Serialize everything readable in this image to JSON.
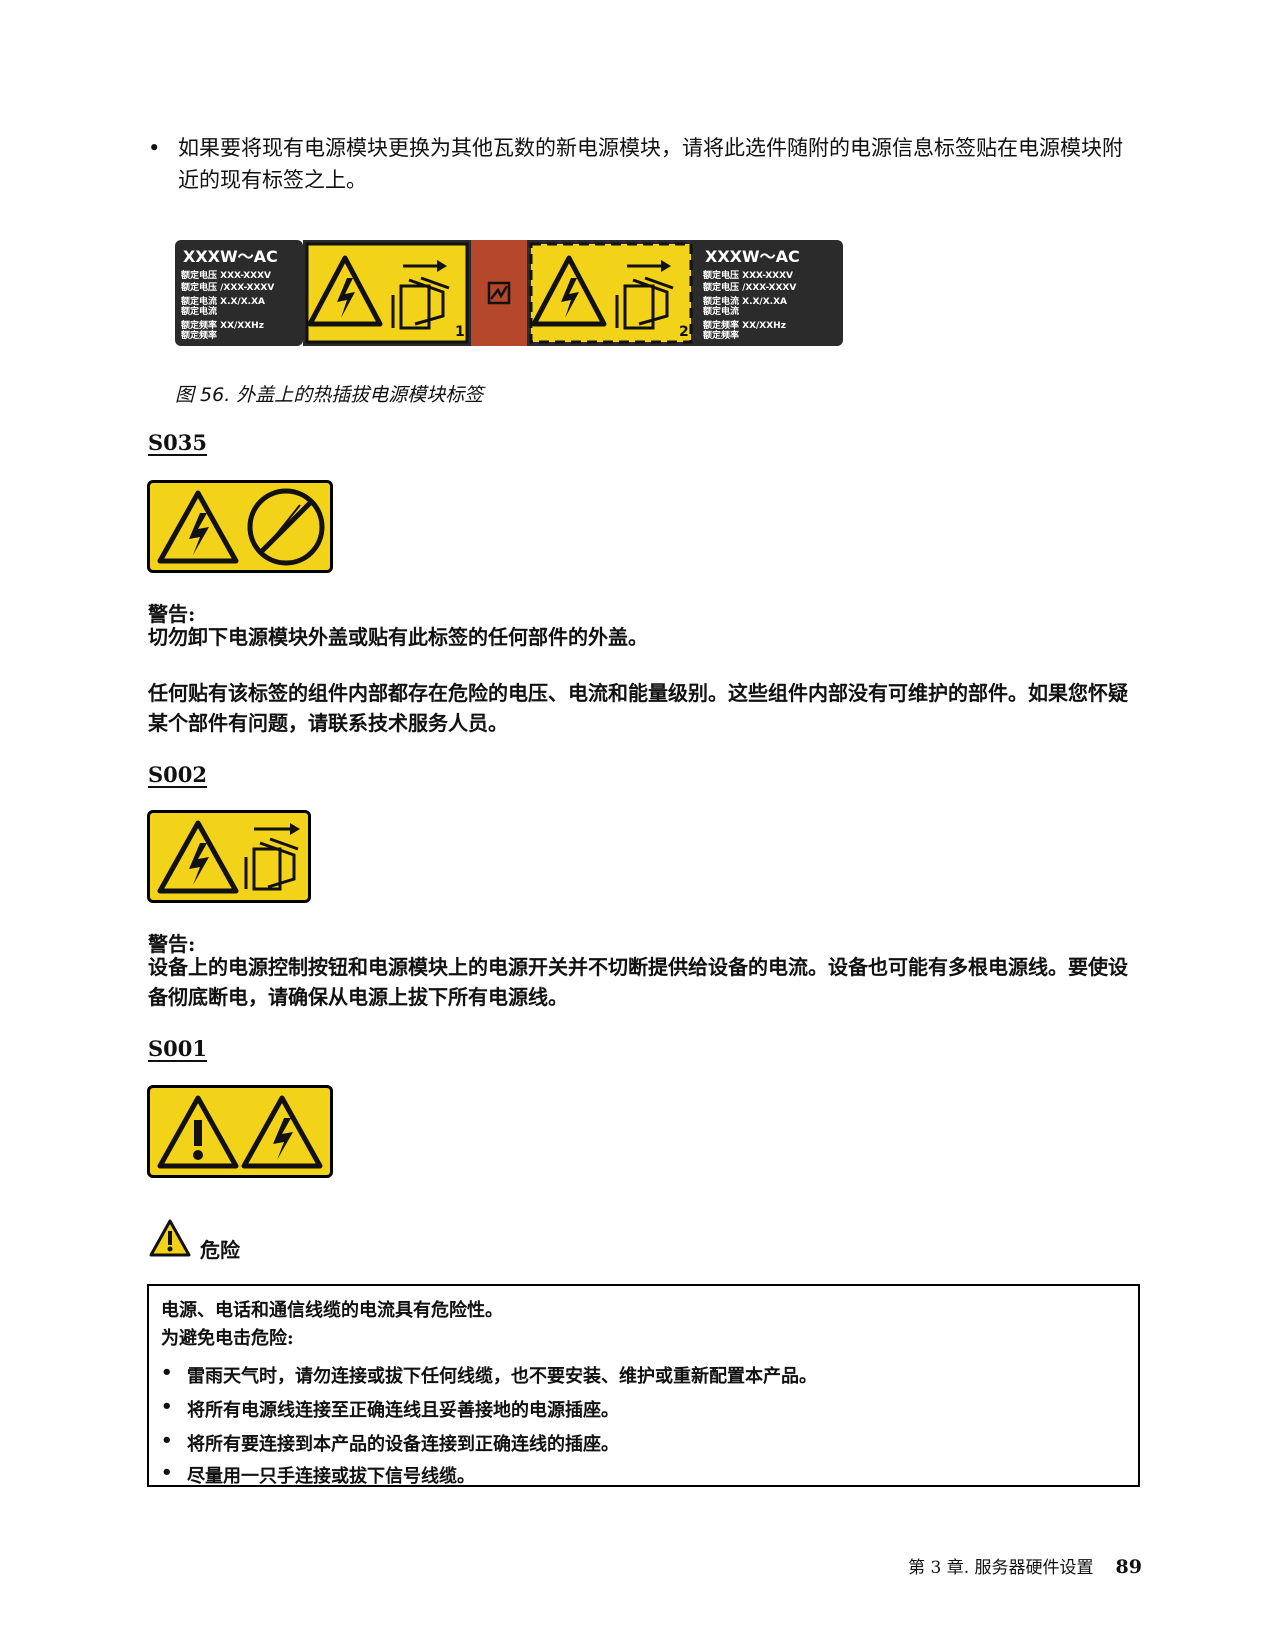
{
  "intro": {
    "bullet": "•",
    "text": "如果要将现有电源模块更换为其他瓦数的新电源模块，请将此选件随附的电源信息标签贴在电源模块附近的现有标签之上。"
  },
  "figure": {
    "caption": "图 56. 外盖上的热插拔电源模块标签",
    "left_panel": {
      "title": "XXXW～AC",
      "rows": [
        "额定电压 XXX-XXXV",
        "额定电压 /XXX-XXXV",
        "额定电流 X.X/X.XA",
        "额定电流",
        "额定频率 XX/XXHz",
        "额定频率"
      ]
    },
    "right_panel": {
      "title": "XXXW～AC",
      "rows": [
        "额定电压 XXX-XXXV",
        "额定电压 /XXX-XXXV",
        "额定电流 X.X/X.XA",
        "额定电流",
        "额定频率 XX/XXHz",
        "额定频率"
      ]
    },
    "psu_numbers": [
      "1",
      "2"
    ],
    "colors": {
      "yellow": "#f3d21a",
      "dark": "#2b2b2b",
      "rust": "#b5472a"
    }
  },
  "s035": {
    "code": "S035",
    "warning_heading": "警告:",
    "warning_text": "切勿卸下电源模块外盖或贴有此标签的任何部件的外盖。",
    "paragraph": "任何贴有该标签的组件内部都存在危险的电压、电流和能量级别。这些组件内部没有可维护的部件。如果您怀疑某个部件有问题，请联系技术服务人员。"
  },
  "s002": {
    "code": "S002",
    "warning_heading": "警告:",
    "warning_text": "设备上的电源控制按钮和电源模块上的电源开关并不切断提供给设备的电流。设备也可能有多根电源线。要使设备彻底断电，请确保从电源上拔下所有电源线。"
  },
  "s001": {
    "code": "S001",
    "danger_word": "危险",
    "box_line1": "电源、电话和通信线缆的电流具有危险性。",
    "box_line2": "为避免电击危险:",
    "items": [
      "雷雨天气时，请勿连接或拔下任何线缆，也不要安装、维护或重新配置本产品。",
      "将所有电源线连接至正确连线且妥善接地的电源插座。",
      "将所有要连接到本产品的设备连接到正确连线的插座。",
      "尽量用一只手连接或拔下信号线缆。"
    ]
  },
  "footer": {
    "chapter": "第 3 章. 服务器硬件设置",
    "page": "89"
  }
}
